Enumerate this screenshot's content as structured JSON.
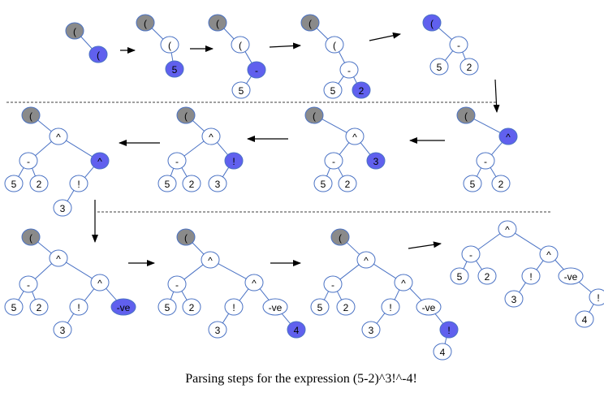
{
  "colors": {
    "edge": "#4a72c4",
    "node_fill": "#ffffff",
    "node_stroke": "#4a72c4",
    "current_fill": "#6060ee",
    "root_fill": "#8a8a8a",
    "arrow": "#000000",
    "separator": "#000000"
  },
  "caption": "Parsing steps for the expression (5-2)^3!^-4!",
  "steps": [
    {
      "nodes": [
        {
          "id": "a",
          "label": "(",
          "kind": "root"
        },
        {
          "id": "b",
          "label": "(",
          "kind": "current"
        }
      ],
      "edges": [
        [
          "a",
          "b"
        ]
      ]
    },
    {
      "nodes": [
        {
          "id": "a",
          "label": "(",
          "kind": "root"
        },
        {
          "id": "b",
          "label": "(",
          "kind": "normal"
        },
        {
          "id": "c",
          "label": "5",
          "kind": "current"
        }
      ],
      "edges": [
        [
          "a",
          "b"
        ],
        [
          "b",
          "c"
        ]
      ]
    },
    {
      "nodes": [
        {
          "id": "a",
          "label": "(",
          "kind": "root"
        },
        {
          "id": "b",
          "label": "(",
          "kind": "normal"
        },
        {
          "id": "c",
          "label": "-",
          "kind": "current"
        },
        {
          "id": "d",
          "label": "5",
          "kind": "normal"
        }
      ],
      "edges": [
        [
          "a",
          "b"
        ],
        [
          "b",
          "c"
        ],
        [
          "c",
          "d"
        ]
      ]
    },
    {
      "nodes": [
        {
          "id": "a",
          "label": "(",
          "kind": "root"
        },
        {
          "id": "b",
          "label": "(",
          "kind": "normal"
        },
        {
          "id": "c",
          "label": "-",
          "kind": "normal"
        },
        {
          "id": "d",
          "label": "5",
          "kind": "normal"
        },
        {
          "id": "e",
          "label": "2",
          "kind": "current"
        }
      ],
      "edges": [
        [
          "a",
          "b"
        ],
        [
          "b",
          "c"
        ],
        [
          "c",
          "d"
        ],
        [
          "c",
          "e"
        ]
      ]
    },
    {
      "nodes": [
        {
          "id": "a",
          "label": "(",
          "kind": "current"
        },
        {
          "id": "c",
          "label": "-",
          "kind": "normal"
        },
        {
          "id": "d",
          "label": "5",
          "kind": "normal"
        },
        {
          "id": "e",
          "label": "2",
          "kind": "normal"
        }
      ],
      "edges": [
        [
          "a",
          "c"
        ],
        [
          "c",
          "d"
        ],
        [
          "c",
          "e"
        ]
      ]
    },
    {
      "nodes": [
        {
          "id": "a",
          "label": "(",
          "kind": "root"
        },
        {
          "id": "p",
          "label": "^",
          "kind": "current"
        },
        {
          "id": "c",
          "label": "-",
          "kind": "normal"
        },
        {
          "id": "d",
          "label": "5",
          "kind": "normal"
        },
        {
          "id": "e",
          "label": "2",
          "kind": "normal"
        }
      ],
      "edges": [
        [
          "a",
          "p"
        ],
        [
          "p",
          "c"
        ],
        [
          "c",
          "d"
        ],
        [
          "c",
          "e"
        ]
      ]
    },
    {
      "nodes": [
        {
          "id": "a",
          "label": "(",
          "kind": "root"
        },
        {
          "id": "p",
          "label": "^",
          "kind": "normal"
        },
        {
          "id": "c",
          "label": "-",
          "kind": "normal"
        },
        {
          "id": "d",
          "label": "5",
          "kind": "normal"
        },
        {
          "id": "e",
          "label": "2",
          "kind": "normal"
        },
        {
          "id": "t",
          "label": "3",
          "kind": "current"
        }
      ],
      "edges": [
        [
          "a",
          "p"
        ],
        [
          "p",
          "c"
        ],
        [
          "p",
          "t"
        ],
        [
          "c",
          "d"
        ],
        [
          "c",
          "e"
        ]
      ]
    },
    {
      "nodes": [
        {
          "id": "a",
          "label": "(",
          "kind": "root"
        },
        {
          "id": "p",
          "label": "^",
          "kind": "normal"
        },
        {
          "id": "c",
          "label": "-",
          "kind": "normal"
        },
        {
          "id": "d",
          "label": "5",
          "kind": "normal"
        },
        {
          "id": "e",
          "label": "2",
          "kind": "normal"
        },
        {
          "id": "f",
          "label": "!",
          "kind": "current"
        },
        {
          "id": "t",
          "label": "3",
          "kind": "normal"
        }
      ],
      "edges": [
        [
          "a",
          "p"
        ],
        [
          "p",
          "c"
        ],
        [
          "p",
          "f"
        ],
        [
          "c",
          "d"
        ],
        [
          "c",
          "e"
        ],
        [
          "f",
          "t"
        ]
      ]
    },
    {
      "nodes": [
        {
          "id": "a",
          "label": "(",
          "kind": "root"
        },
        {
          "id": "p",
          "label": "^",
          "kind": "normal"
        },
        {
          "id": "c",
          "label": "-",
          "kind": "normal"
        },
        {
          "id": "d",
          "label": "5",
          "kind": "normal"
        },
        {
          "id": "e",
          "label": "2",
          "kind": "normal"
        },
        {
          "id": "q",
          "label": "^",
          "kind": "current"
        },
        {
          "id": "f",
          "label": "!",
          "kind": "normal"
        },
        {
          "id": "t",
          "label": "3",
          "kind": "normal"
        }
      ],
      "edges": [
        [
          "a",
          "p"
        ],
        [
          "p",
          "c"
        ],
        [
          "p",
          "q"
        ],
        [
          "c",
          "d"
        ],
        [
          "c",
          "e"
        ],
        [
          "q",
          "f"
        ],
        [
          "f",
          "t"
        ]
      ]
    },
    {
      "nodes": [
        {
          "id": "a",
          "label": "(",
          "kind": "root"
        },
        {
          "id": "p",
          "label": "^",
          "kind": "normal"
        },
        {
          "id": "c",
          "label": "-",
          "kind": "normal"
        },
        {
          "id": "d",
          "label": "5",
          "kind": "normal"
        },
        {
          "id": "e",
          "label": "2",
          "kind": "normal"
        },
        {
          "id": "q",
          "label": "^",
          "kind": "normal"
        },
        {
          "id": "f",
          "label": "!",
          "kind": "normal"
        },
        {
          "id": "t",
          "label": "3",
          "kind": "normal"
        },
        {
          "id": "n",
          "label": "-ve",
          "kind": "current"
        }
      ],
      "edges": [
        [
          "a",
          "p"
        ],
        [
          "p",
          "c"
        ],
        [
          "p",
          "q"
        ],
        [
          "c",
          "d"
        ],
        [
          "c",
          "e"
        ],
        [
          "q",
          "f"
        ],
        [
          "q",
          "n"
        ],
        [
          "f",
          "t"
        ]
      ]
    },
    {
      "nodes": [
        {
          "id": "a",
          "label": "(",
          "kind": "root"
        },
        {
          "id": "p",
          "label": "^",
          "kind": "normal"
        },
        {
          "id": "c",
          "label": "-",
          "kind": "normal"
        },
        {
          "id": "d",
          "label": "5",
          "kind": "normal"
        },
        {
          "id": "e",
          "label": "2",
          "kind": "normal"
        },
        {
          "id": "q",
          "label": "^",
          "kind": "normal"
        },
        {
          "id": "f",
          "label": "!",
          "kind": "normal"
        },
        {
          "id": "t",
          "label": "3",
          "kind": "normal"
        },
        {
          "id": "n",
          "label": "-ve",
          "kind": "normal"
        },
        {
          "id": "g",
          "label": "4",
          "kind": "current"
        }
      ],
      "edges": [
        [
          "a",
          "p"
        ],
        [
          "p",
          "c"
        ],
        [
          "p",
          "q"
        ],
        [
          "c",
          "d"
        ],
        [
          "c",
          "e"
        ],
        [
          "q",
          "f"
        ],
        [
          "q",
          "n"
        ],
        [
          "f",
          "t"
        ],
        [
          "n",
          "g"
        ]
      ]
    },
    {
      "nodes": [
        {
          "id": "a",
          "label": "(",
          "kind": "root"
        },
        {
          "id": "p",
          "label": "^",
          "kind": "normal"
        },
        {
          "id": "c",
          "label": "-",
          "kind": "normal"
        },
        {
          "id": "d",
          "label": "5",
          "kind": "normal"
        },
        {
          "id": "e",
          "label": "2",
          "kind": "normal"
        },
        {
          "id": "q",
          "label": "^",
          "kind": "normal"
        },
        {
          "id": "f",
          "label": "!",
          "kind": "normal"
        },
        {
          "id": "t",
          "label": "3",
          "kind": "normal"
        },
        {
          "id": "n",
          "label": "-ve",
          "kind": "normal"
        },
        {
          "id": "h",
          "label": "!",
          "kind": "current"
        },
        {
          "id": "g",
          "label": "4",
          "kind": "normal"
        }
      ],
      "edges": [
        [
          "a",
          "p"
        ],
        [
          "p",
          "c"
        ],
        [
          "p",
          "q"
        ],
        [
          "c",
          "d"
        ],
        [
          "c",
          "e"
        ],
        [
          "q",
          "f"
        ],
        [
          "q",
          "n"
        ],
        [
          "f",
          "t"
        ],
        [
          "n",
          "h"
        ],
        [
          "h",
          "g"
        ]
      ]
    },
    {
      "nodes": [
        {
          "id": "p",
          "label": "^",
          "kind": "normal"
        },
        {
          "id": "c",
          "label": "-",
          "kind": "normal"
        },
        {
          "id": "d",
          "label": "5",
          "kind": "normal"
        },
        {
          "id": "e",
          "label": "2",
          "kind": "normal"
        },
        {
          "id": "q",
          "label": "^",
          "kind": "normal"
        },
        {
          "id": "f",
          "label": "!",
          "kind": "normal"
        },
        {
          "id": "t",
          "label": "3",
          "kind": "normal"
        },
        {
          "id": "n",
          "label": "-ve",
          "kind": "normal"
        },
        {
          "id": "h",
          "label": "!",
          "kind": "normal"
        },
        {
          "id": "g",
          "label": "4",
          "kind": "normal"
        }
      ],
      "edges": [
        [
          "p",
          "c"
        ],
        [
          "p",
          "q"
        ],
        [
          "c",
          "d"
        ],
        [
          "c",
          "e"
        ],
        [
          "q",
          "f"
        ],
        [
          "q",
          "n"
        ],
        [
          "f",
          "t"
        ],
        [
          "n",
          "h"
        ],
        [
          "h",
          "g"
        ]
      ]
    }
  ]
}
